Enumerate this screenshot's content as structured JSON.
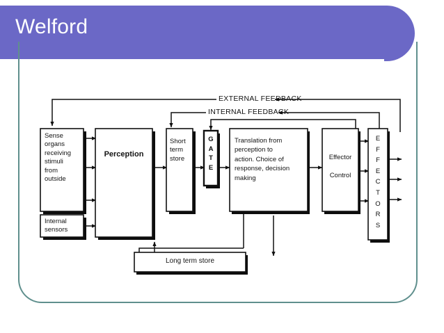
{
  "slide": {
    "title": "Welford",
    "accent_purple": "#6b68c6",
    "frame_teal": "#5f8f8d",
    "background": "#ffffff"
  },
  "diagram": {
    "name": "welford-information-processing-model",
    "feedback_labels": [
      {
        "id": "external",
        "text": "EXTERNAL FEEDBACK"
      },
      {
        "id": "internal",
        "text": "INTERNAL FEEDBACK"
      }
    ],
    "boxes": [
      {
        "id": "sense-organs",
        "text": "Sense organs receiving stimuli from outside",
        "lines": [
          "Sense",
          "organs",
          "receiving",
          "stimuli",
          "from",
          "outside"
        ]
      },
      {
        "id": "internal-sensors",
        "text": "Internal sensors",
        "lines": [
          "Internal",
          "sensors"
        ]
      },
      {
        "id": "perception",
        "text": "Perception",
        "lines": [
          "Perception"
        ]
      },
      {
        "id": "short-term-store",
        "text": "Short term store",
        "lines": [
          "Short",
          "term",
          "store"
        ]
      },
      {
        "id": "gate",
        "text": "GATE",
        "letters": [
          "G",
          "A",
          "T",
          "E"
        ]
      },
      {
        "id": "translation",
        "text": "Translation from perception to action. Choice of response, decision making",
        "lines": [
          "Translation from",
          "perception to",
          "action. Choice of",
          "response, decision",
          "making"
        ]
      },
      {
        "id": "effector-control",
        "text": "Effector Control",
        "lines": [
          "Effector",
          "Control"
        ]
      },
      {
        "id": "effectors",
        "text": "EFFECTORS",
        "letters": [
          "E",
          "F",
          "F",
          "E",
          "C",
          "T",
          "O",
          "R",
          "S"
        ]
      },
      {
        "id": "long-term-store",
        "text": "Long term store",
        "lines": [
          "Long term store"
        ]
      }
    ]
  }
}
